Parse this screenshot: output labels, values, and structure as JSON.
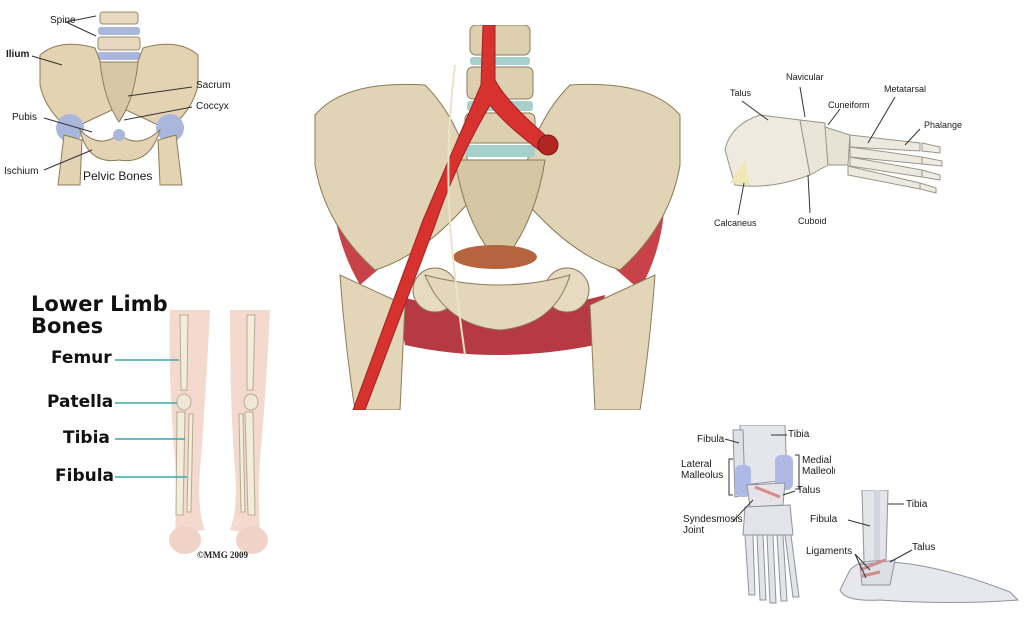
{
  "pelvis": {
    "labels": {
      "spine": "Spine",
      "ilium": "Ilium",
      "sacrum": "Sacrum",
      "coccyx": "Coccyx",
      "pubis": "Pubis",
      "ischium": "Ischium",
      "caption": "Pelvic Bones"
    }
  },
  "limb": {
    "title_line1": "Lower Limb",
    "title_line2": "Bones",
    "labels": [
      "Femur",
      "Patella",
      "Tibia",
      "Fibula"
    ],
    "copyright": "©MMG 2009"
  },
  "foot": {
    "labels": {
      "talus": "Talus",
      "navicular": "Navicular",
      "cuneiform": "Cuneiform",
      "metatarsal": "Metatarsal",
      "phalange": "Phalange",
      "calcaneus": "Calcaneus",
      "cuboid": "Cuboid"
    }
  },
  "ankle": {
    "labels": {
      "fibula": "Fibula",
      "tibia": "Tibia",
      "lateral_malleolus_1": "Lateral",
      "lateral_malleolus_2": "Malleolus",
      "medial_malleolus_1": "Medial",
      "medial_malleolus_2": "Malleolus",
      "talus": "Talus",
      "syndesmosis_1": "Syndesmosis",
      "syndesmosis_2": "Joint",
      "fibula_side": "Fibula",
      "tibia_side": "Tibia",
      "ligaments": "Ligaments",
      "talus_side": "Talus"
    }
  }
}
